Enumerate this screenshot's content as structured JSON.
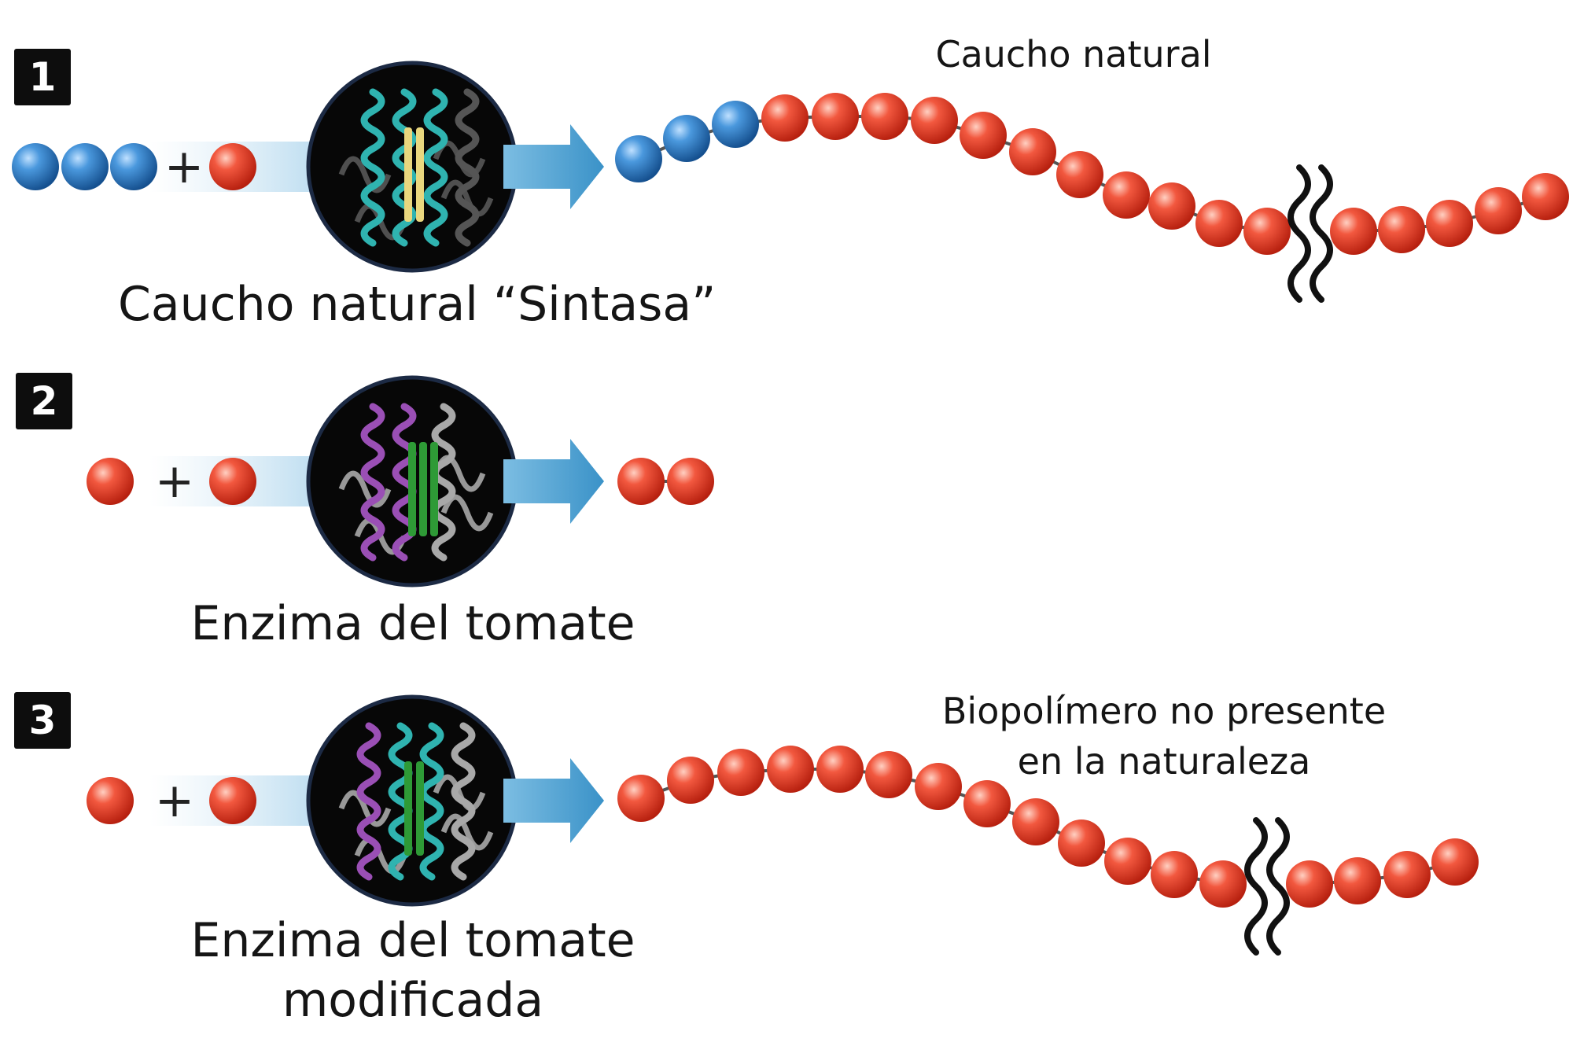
{
  "rows": [
    {
      "number": "1",
      "operator": "+",
      "enzyme_caption": [
        "Caucho natural “Sintasa”"
      ],
      "product_caption": [
        "Caucho natural"
      ]
    },
    {
      "number": "2",
      "operator": "+",
      "enzyme_caption": [
        "Enzima del tomate"
      ],
      "product_caption": []
    },
    {
      "number": "3",
      "operator": "+",
      "enzyme_caption": [
        "Enzima del tomate",
        "modificada"
      ],
      "product_caption": [
        "Biopolímero no presente",
        "en la naturaleza"
      ]
    }
  ],
  "colors": {
    "blue_monomer": "#2f7fc8",
    "red_monomer": "#ea4030",
    "arrow": "#4fa3d2",
    "badge": "#0d0d0d",
    "enzyme_bg": "#070707",
    "helix_teal": "#2fb3b0",
    "helix_purple": "#9a4fb5",
    "strand_yellow": "#e9d77e",
    "strand_green": "#2e9a36",
    "coil_grey": "#a8a8a8"
  }
}
